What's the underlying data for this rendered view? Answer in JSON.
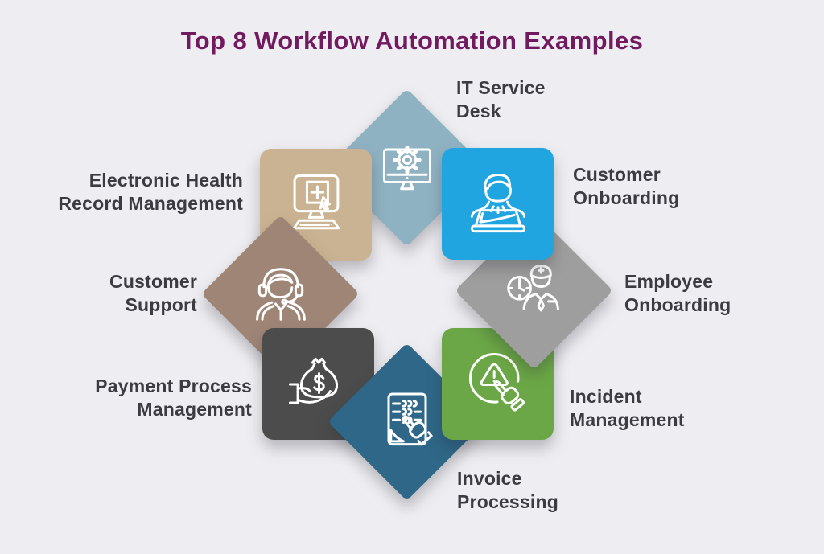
{
  "background_color": "#eeedf1",
  "label_color": "#3b3b41",
  "title": {
    "text": "Top 8 Workflow Automation Examples",
    "color": "#721a60"
  },
  "icon_stroke_color": "#ffffff",
  "tiles": [
    {
      "name": "it-service-desk",
      "label": "IT Service Desk",
      "color": "#8fb2c2",
      "shape": "diamond",
      "icon": "monitor-gear-icon"
    },
    {
      "name": "customer-onboarding",
      "label": "Customer Onboarding",
      "color": "#21a5e0",
      "shape": "square",
      "icon": "person-laptop-icon"
    },
    {
      "name": "employee-onboarding",
      "label": "Employee Onboarding",
      "color": "#9e9e9e",
      "shape": "diamond",
      "icon": "employee-clock-icon"
    },
    {
      "name": "incident-management",
      "label": "Incident Management",
      "color": "#6ba746",
      "shape": "square",
      "icon": "alert-click-icon"
    },
    {
      "name": "invoice-processing",
      "label": "Invoice Processing",
      "color": "#2e6787",
      "shape": "diamond",
      "icon": "invoice-click-icon"
    },
    {
      "name": "payment-process-management",
      "label": "Payment Process Management",
      "color": "#4d4c4c",
      "shape": "square",
      "icon": "money-bag-hand-icon"
    },
    {
      "name": "customer-support",
      "label": "Customer Support",
      "color": "#9e8576",
      "shape": "diamond",
      "icon": "headset-agent-icon"
    },
    {
      "name": "ehr-management",
      "label": "Electronic Health Record Management",
      "color": "#cab392",
      "shape": "square",
      "icon": "medical-computer-icon"
    }
  ]
}
